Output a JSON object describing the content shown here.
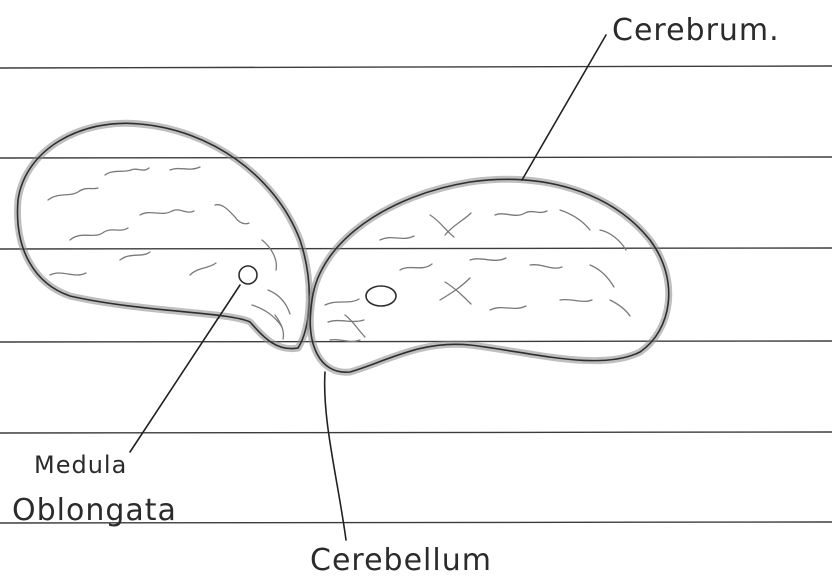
{
  "diagram": {
    "labels": {
      "cerebrum": "Cerebrum.",
      "medulla_line1": "Medula",
      "medulla_line2": "Oblongata",
      "cerebellum": "Cerebellum"
    },
    "colors": {
      "ruled_line": "#3c3c3c",
      "outline": "#2e2e2e",
      "shading": "#8a8a8a",
      "wrinkle": "#7a7a7a",
      "leader": "#222222"
    }
  }
}
